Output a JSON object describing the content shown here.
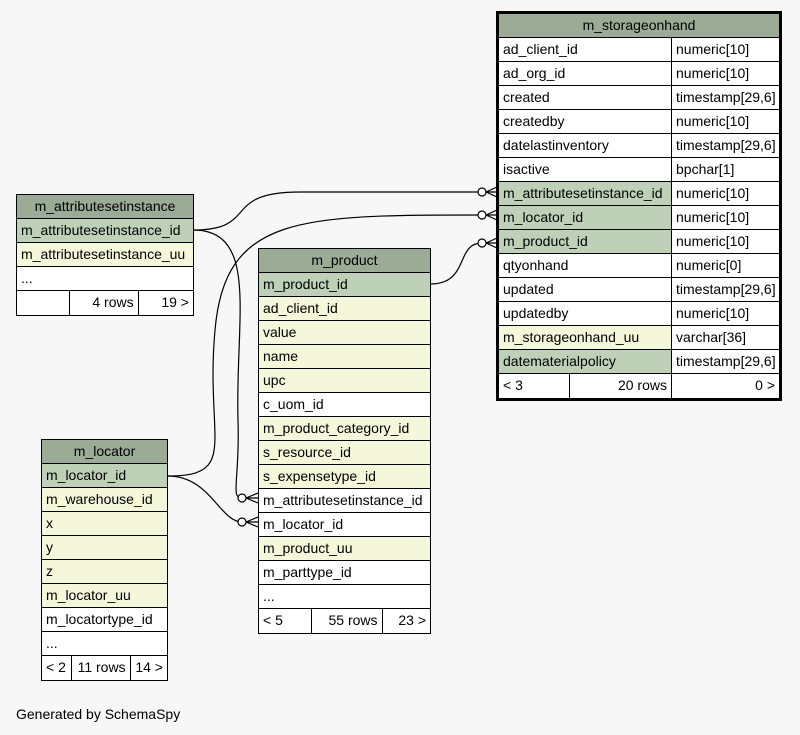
{
  "tables": {
    "m_storageonhand": {
      "name": "m_storageonhand",
      "columns": [
        {
          "name": "ad_client_id",
          "type": "numeric[10]",
          "kind": "plain"
        },
        {
          "name": "ad_org_id",
          "type": "numeric[10]",
          "kind": "plain"
        },
        {
          "name": "created",
          "type": "timestamp[29,6]",
          "kind": "plain"
        },
        {
          "name": "createdby",
          "type": "numeric[10]",
          "kind": "plain"
        },
        {
          "name": "datelastinventory",
          "type": "timestamp[29,6]",
          "kind": "plain"
        },
        {
          "name": "isactive",
          "type": "bpchar[1]",
          "kind": "plain"
        },
        {
          "name": "m_attributesetinstance_id",
          "type": "numeric[10]",
          "kind": "pk"
        },
        {
          "name": "m_locator_id",
          "type": "numeric[10]",
          "kind": "pk"
        },
        {
          "name": "m_product_id",
          "type": "numeric[10]",
          "kind": "pk"
        },
        {
          "name": "qtyonhand",
          "type": "numeric[0]",
          "kind": "plain"
        },
        {
          "name": "updated",
          "type": "timestamp[29,6]",
          "kind": "plain"
        },
        {
          "name": "updatedby",
          "type": "numeric[10]",
          "kind": "plain"
        },
        {
          "name": "m_storageonhand_uu",
          "type": "varchar[36]",
          "kind": "fk"
        },
        {
          "name": "datematerialpolicy",
          "type": "timestamp[29,6]",
          "kind": "pk"
        }
      ],
      "footer": {
        "parents": "< 3",
        "rows": "20 rows",
        "children": "0 >"
      }
    },
    "m_attributesetinstance": {
      "name": "m_attributesetinstance",
      "columns": [
        {
          "name": "m_attributesetinstance_id",
          "kind": "pk"
        },
        {
          "name": "m_attributesetinstance_uu",
          "kind": "fk"
        },
        {
          "name": "...",
          "kind": "plain"
        }
      ],
      "footer": {
        "parents": "",
        "rows": "4 rows",
        "children": "19 >"
      }
    },
    "m_product": {
      "name": "m_product",
      "columns": [
        {
          "name": "m_product_id",
          "kind": "pk"
        },
        {
          "name": "ad_client_id",
          "kind": "fk"
        },
        {
          "name": "value",
          "kind": "fk"
        },
        {
          "name": "name",
          "kind": "fk"
        },
        {
          "name": "upc",
          "kind": "fk"
        },
        {
          "name": "c_uom_id",
          "kind": "plain"
        },
        {
          "name": "m_product_category_id",
          "kind": "fk"
        },
        {
          "name": "s_resource_id",
          "kind": "fk"
        },
        {
          "name": "s_expensetype_id",
          "kind": "fk"
        },
        {
          "name": "m_attributesetinstance_id",
          "kind": "plain"
        },
        {
          "name": "m_locator_id",
          "kind": "plain"
        },
        {
          "name": "m_product_uu",
          "kind": "fk"
        },
        {
          "name": "m_parttype_id",
          "kind": "plain"
        },
        {
          "name": "...",
          "kind": "plain"
        }
      ],
      "footer": {
        "parents": "< 5",
        "rows": "55 rows",
        "children": "23 >"
      }
    },
    "m_locator": {
      "name": "m_locator",
      "columns": [
        {
          "name": "m_locator_id",
          "kind": "pk"
        },
        {
          "name": "m_warehouse_id",
          "kind": "fk"
        },
        {
          "name": "x",
          "kind": "fk"
        },
        {
          "name": "y",
          "kind": "fk"
        },
        {
          "name": "z",
          "kind": "fk"
        },
        {
          "name": "m_locator_uu",
          "kind": "fk"
        },
        {
          "name": "m_locatortype_id",
          "kind": "plain"
        },
        {
          "name": "...",
          "kind": "plain"
        }
      ],
      "footer": {
        "parents": "< 2",
        "rows": "11 rows",
        "children": "14 >"
      }
    }
  },
  "credit": "Generated by SchemaSpy",
  "colors": {
    "header": "#9bab96",
    "pk": "#bed1b8",
    "fk": "#f4f7da",
    "background": "#f7f7f7"
  }
}
